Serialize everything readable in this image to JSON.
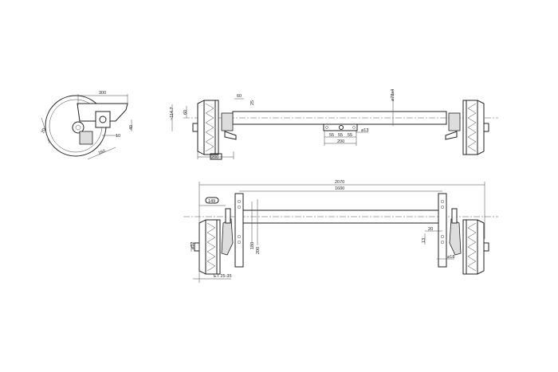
{
  "side_view": {
    "dim_width": "300",
    "dim_angle": "20",
    "dim_height": "40",
    "dim_offset": "10",
    "dim_diag": "160"
  },
  "top_view": {
    "dim_height": "~114.7",
    "dim_hub": "60",
    "dim_plate": "60",
    "dim_small": "25",
    "dim_hub_width": "200",
    "tube": "⌀78x4",
    "dim_bolt_1": "55",
    "dim_bolt_2": "55",
    "dim_bolt_3": "55",
    "dim_bracket": "200",
    "hole": "⌀13"
  },
  "bottom_view": {
    "dim_total": "2070",
    "dim_mount": "1600",
    "dim_149": "149",
    "dim_shaft": "⌀52",
    "dim_180": "180",
    "dim_200": "200",
    "dim_et": "ET 25-35",
    "dim_20": "20",
    "dim_13": "13",
    "hole": "⌀18"
  }
}
